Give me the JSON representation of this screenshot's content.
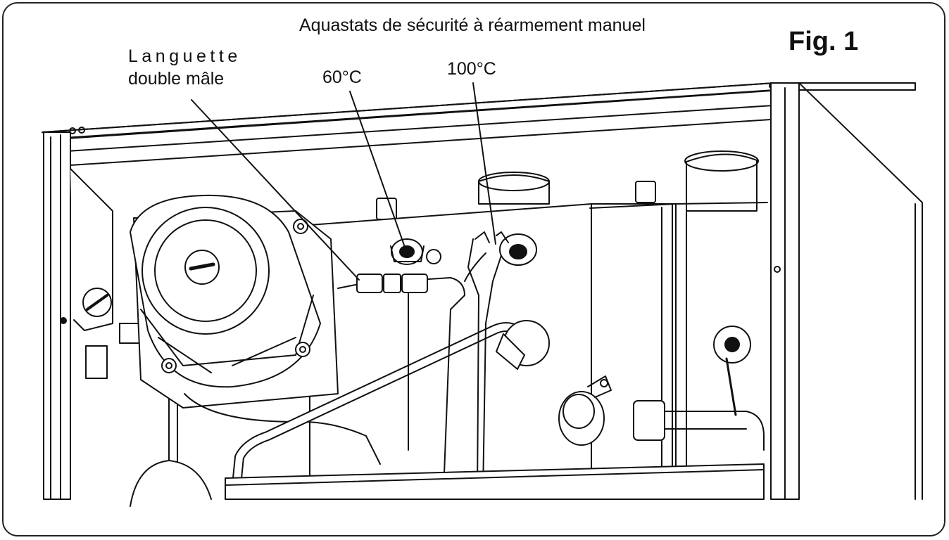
{
  "figure": {
    "title": "Aquastats de sécurité à réarmement manuel",
    "figure_label": "Fig. 1"
  },
  "callouts": {
    "tab_connector_line1": "Languette",
    "tab_connector_line2": "double mâle",
    "thermostat_60": "60°C",
    "thermostat_100": "100°C"
  },
  "colors": {
    "ink": "#111111",
    "paper": "#ffffff"
  }
}
